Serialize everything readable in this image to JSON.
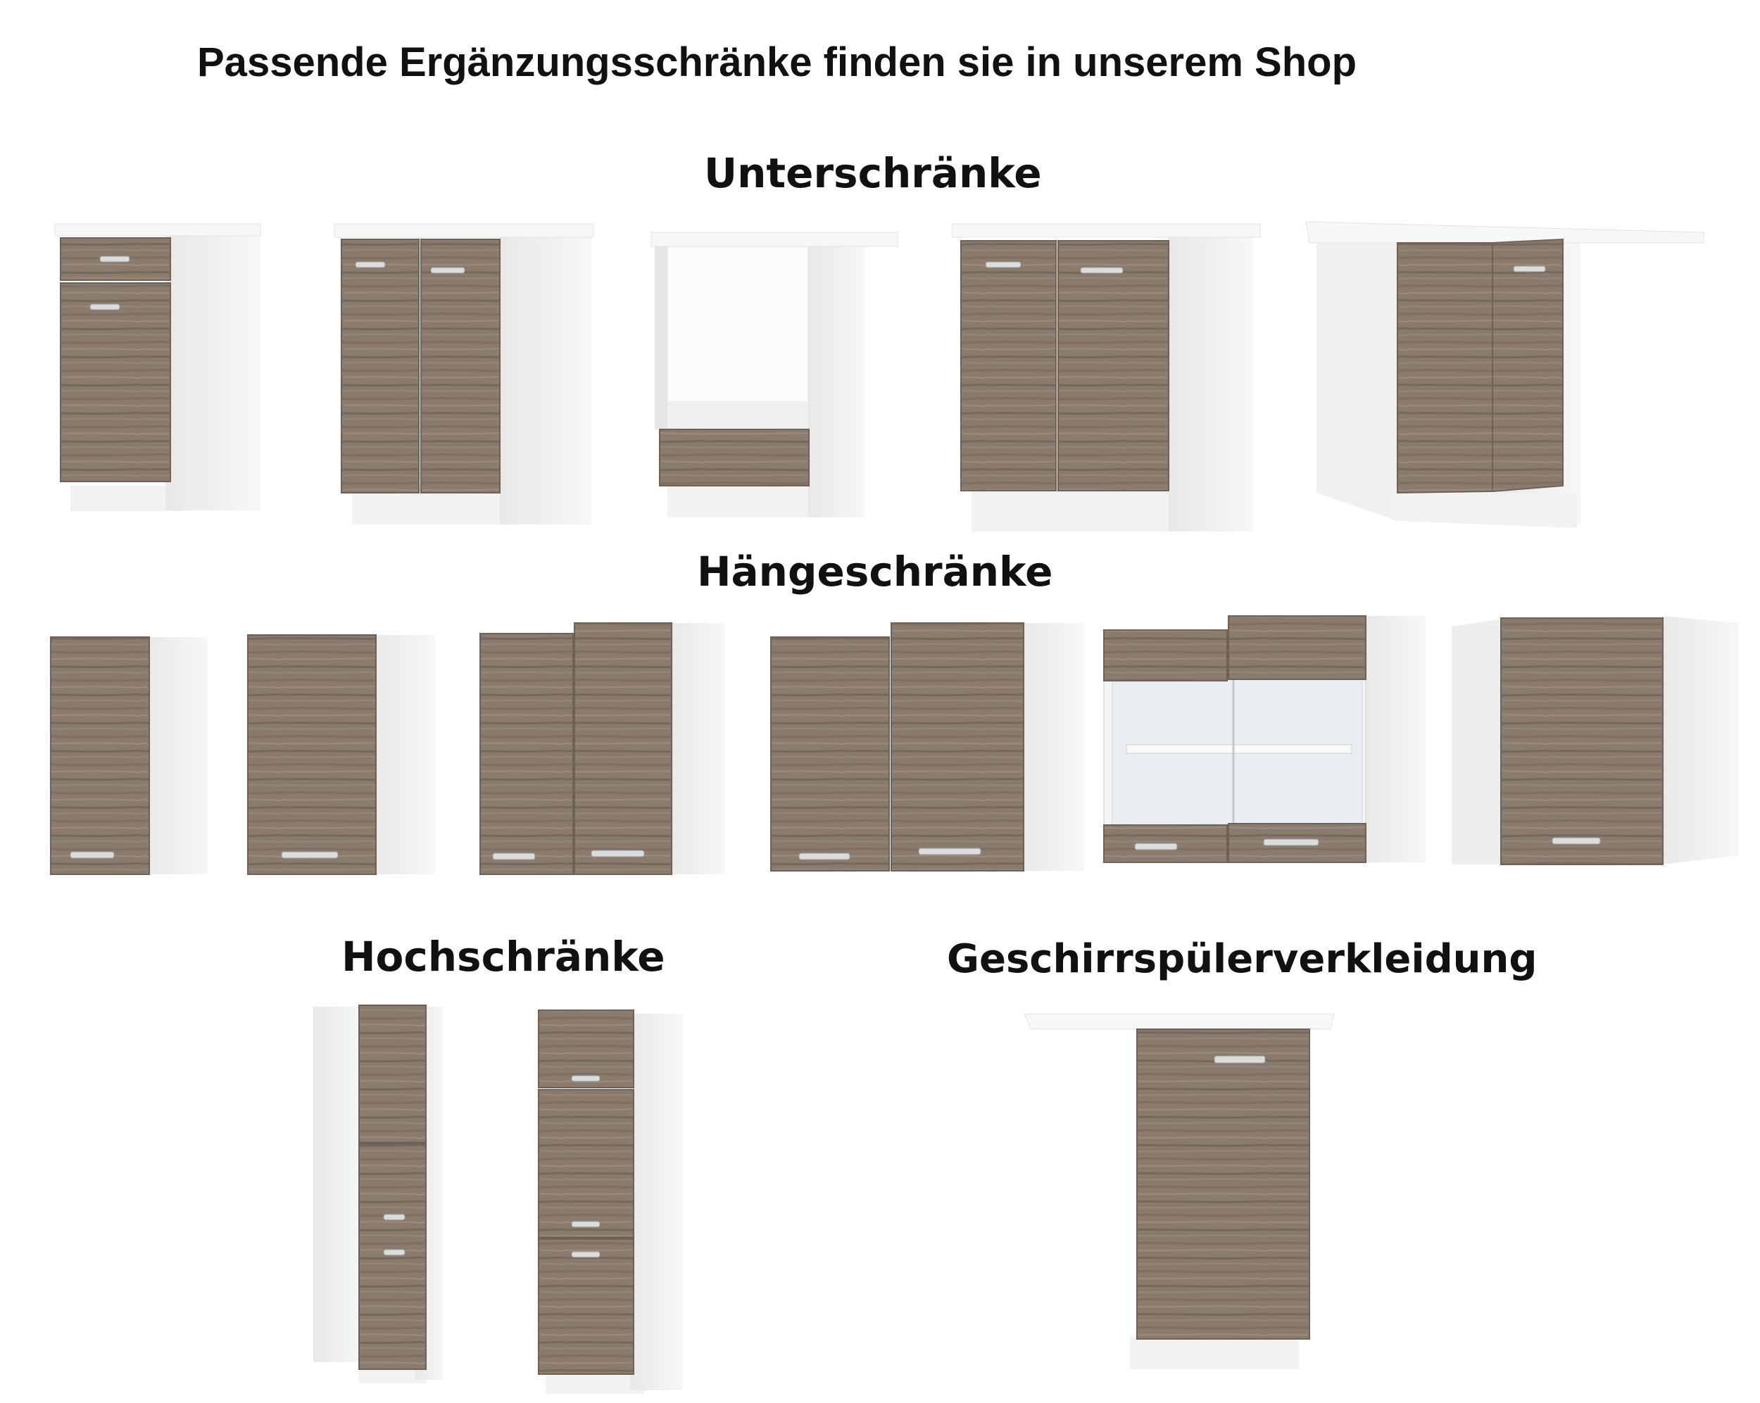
{
  "title": "Passende Ergänzungsschränke finden sie in unserem Shop",
  "sections": {
    "base": "Unterschränke",
    "wall": "Hängeschränke",
    "tall": "Hochschränke",
    "dishwasher": "Geschirrspülerverkleidung"
  },
  "colors": {
    "wood": "#8a7b6e",
    "wood_dark": "#6f6156",
    "carcass": "#f1f1f1",
    "carcass_shade": "#dcdcdc",
    "worktop": "#f7f7f7"
  }
}
